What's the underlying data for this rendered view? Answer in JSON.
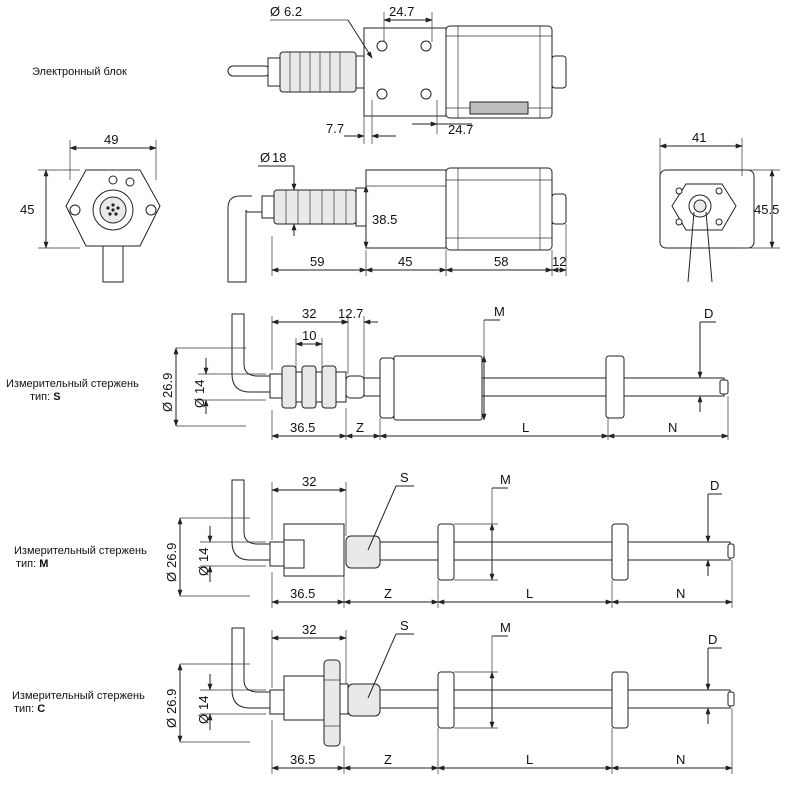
{
  "electronic_unit": {
    "label": "Электронный блок",
    "dimensions": {
      "hole_diameter": "6.2",
      "hole_spacing_top": "24.7",
      "hole_spacing_bottom": "24.7",
      "flange_offset": "7.7",
      "front_width": "49",
      "front_height": "45",
      "cable_diameter": "18",
      "body_height": "38.5",
      "length_a": "59",
      "length_b": "45",
      "length_c": "58",
      "length_d": "12",
      "side_width": "41",
      "side_height": "45.5"
    }
  },
  "rod_s": {
    "label_text": "Измерительный стержень",
    "type_prefix": "тип:",
    "type_code": "S",
    "dims": {
      "outer_diameter": "26.9",
      "inner_diameter": "14",
      "d32": "32",
      "d10": "10",
      "d12_7": "12.7",
      "length_36_5": "36.5",
      "z": "Z",
      "l": "L",
      "n": "N",
      "m": "M",
      "d": "D"
    }
  },
  "rod_m": {
    "label_text": "Измерительный стержень",
    "type_prefix": "тип:",
    "type_code": "M",
    "dims": {
      "outer_diameter": "26.9",
      "inner_diameter": "14",
      "d32": "32",
      "length_36_5": "36.5",
      "s": "S",
      "z": "Z",
      "l": "L",
      "n": "N",
      "m": "M",
      "d": "D"
    }
  },
  "rod_c": {
    "label_text": "Измерительный стержень",
    "type_prefix": "тип:",
    "type_code": "C",
    "dims": {
      "outer_diameter": "26.9",
      "inner_diameter": "14",
      "d32": "32",
      "length_36_5": "36.5",
      "s": "S",
      "z": "Z",
      "l": "L",
      "n": "N",
      "m": "M",
      "d": "D"
    }
  }
}
